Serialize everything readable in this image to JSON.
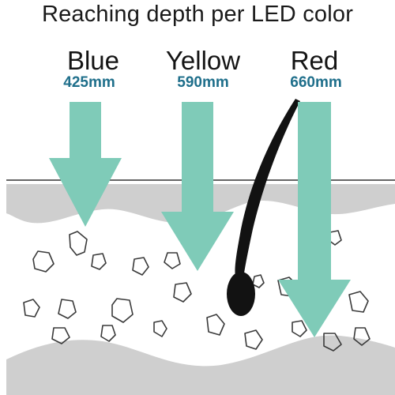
{
  "title": "Reaching depth per LED color",
  "colors": {
    "arrow": "#7fcbb8",
    "wavelength_text": "#1f6f8b",
    "skin_layer": "#cfcfcf",
    "hair": "#121212",
    "text": "#141414"
  },
  "leds": [
    {
      "name": "Blue",
      "wavelength": "425mm"
    },
    {
      "name": "Yellow",
      "wavelength": "590mm"
    },
    {
      "name": "Red",
      "wavelength": "660mm"
    }
  ]
}
